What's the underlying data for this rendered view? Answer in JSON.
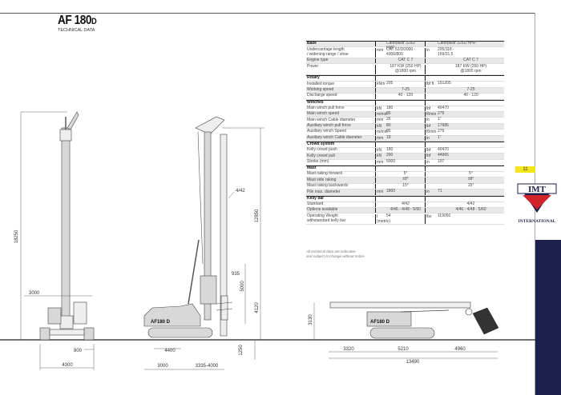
{
  "header": {
    "title": "AF 180",
    "title_suffix": "D",
    "subtitle": "TECHNICAL DATA"
  },
  "page_number": "11",
  "brand": {
    "logo_text": "IMT",
    "tagline": "INTERNATIONAL",
    "accent_red": "#d2232a",
    "navy": "#1a1f4b",
    "yellow": "#f5e61c"
  },
  "drawing_labels": {
    "front_height": "18250",
    "front_width_top": "3000",
    "front_track": "800",
    "front_width": "4300",
    "side_kelly": "4/42",
    "side_height": "12850",
    "side_auger": "935",
    "side_stroke": "5000",
    "side_mast_base": "4120",
    "side_below_ground": "1250",
    "side_track_length": "4400",
    "side_tail": "3000",
    "side_radius": "3335-4000",
    "transport_height": "3130",
    "transport_rear": "3320",
    "transport_mid": "5210",
    "transport_front": "4960",
    "transport_total": "13490",
    "rig_badge": "AF180 D"
  },
  "spec_table": {
    "sections": [
      {
        "title": "Base",
        "header_v1": "Caterpillar 325D HHP",
        "header_v2": "Caterpillar 325D HHP",
        "rows": [
          {
            "label": "Undercarriage length\n/ widening range / shoe",
            "u1": "mm",
            "v1": "CAT 52/3/2000 -\n4300/800",
            "u2": "in",
            "v2": "205/118 -\n169/31,5",
            "tall": true
          },
          {
            "label": "Engine type",
            "u1": "",
            "v1": "CAT C 7",
            "u2": "",
            "v2": "CAT C 7"
          },
          {
            "label": "Power",
            "u1": "",
            "v1": "187 KW (250 HP)\n@1800 rpm",
            "u2": "",
            "v2": "187 KW (250 HP)\n@1800 rpm",
            "tall": true
          }
        ]
      },
      {
        "title": "Rotary",
        "rows": [
          {
            "label": "Installed torque",
            "u1": "kNm",
            "v1": "205",
            "u2": "lbf ft",
            "v2": "151205"
          },
          {
            "label": "Working speed",
            "u1": "",
            "v1": "7-25",
            "u2": "",
            "v2": "7-25"
          },
          {
            "label": "Discharge speed",
            "u1": "",
            "v1": "40 - 120",
            "u2": "",
            "v2": "40 - 120"
          }
        ]
      },
      {
        "title": "Winches",
        "rows": [
          {
            "label": "Main winch pull force",
            "u1": "kN",
            "v1": "180",
            "u2": "lbf",
            "v2": "40470"
          },
          {
            "label": "Main winch speed",
            "u1": "m/min",
            "v1": "85",
            "u2": "ft/min",
            "v2": "279"
          },
          {
            "label": "Main winch Cable diameter",
            "u1": "mm",
            "v1": "26",
            "u2": "in",
            "v2": "1\""
          },
          {
            "label": "Auxiliary winch pull force",
            "u1": "kN",
            "v1": "80",
            "u2": "lbf",
            "v2": "17985"
          },
          {
            "label": "Auxiliary winch Speed",
            "u1": "m/min",
            "v1": "85",
            "u2": "ft/min",
            "v2": "279"
          },
          {
            "label": "Auxiliary winch Cable diameter",
            "u1": "mm",
            "v1": "18",
            "u2": "in",
            "v2": "1\""
          }
        ]
      },
      {
        "title": "Crowd system",
        "rows": [
          {
            "label": "Kelly crowd push",
            "u1": "kN",
            "v1": "180",
            "u2": "lbf",
            "v2": "40470"
          },
          {
            "label": "Kelly crowd pull",
            "u1": "kN",
            "v1": "200",
            "u2": "lbf",
            "v2": "44965"
          },
          {
            "label": "Stroke (mm)",
            "u1": "mm",
            "v1": "5000",
            "u2": "in",
            "v2": "197"
          }
        ]
      },
      {
        "title": "Mast",
        "rows": [
          {
            "label": "Mast raking forward",
            "u1": "",
            "v1": "5°",
            "u2": "",
            "v2": "5°"
          },
          {
            "label": "Mast side raking",
            "u1": "",
            "v1": "±8°",
            "u2": "",
            "v2": "±8°"
          },
          {
            "label": "Mast raking backwards",
            "u1": "",
            "v1": "15°",
            "u2": "",
            "v2": "15°"
          },
          {
            "label": "Pile max. diameter",
            "u1": "mm",
            "v1": "1800",
            "u2": "in",
            "v2": "71"
          }
        ]
      },
      {
        "title": "Kelly bar",
        "rows": [
          {
            "label": "Standard",
            "u1": "",
            "v1": "4/42",
            "u2": "",
            "v2": "4/42"
          },
          {
            "label": "Options available",
            "u1": "",
            "v1": "4/46 - 4/48 - 5/60",
            "u2": "",
            "v2": "4/46 - 4/48 - 5/60"
          },
          {
            "label": "Operating Weight\nwithstandard kelly bar",
            "u1": "t (metric)",
            "v1": "54",
            "u2": "lbs",
            "v2": "119050",
            "tall": true
          }
        ]
      }
    ],
    "footnote": "All technical data are indicative\nand subject to change without notice"
  }
}
